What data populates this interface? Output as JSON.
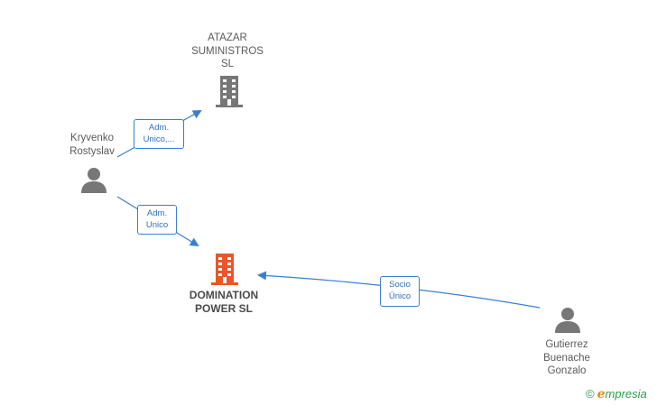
{
  "nodes": {
    "atazar": {
      "name": "ATAZAR\nSUMINISTROS\nSL",
      "icon": "building-icon",
      "color": "#777777"
    },
    "domination": {
      "name": "DOMINATION\nPOWER  SL",
      "icon": "building-icon",
      "color": "#e8572a"
    },
    "kryvenko": {
      "name": "Kryvenko\nRostyslav",
      "icon": "person-icon",
      "color": "#777777"
    },
    "gutierrez": {
      "name": "Gutierrez\nBuenache\nGonzalo",
      "icon": "person-icon",
      "color": "#777777"
    }
  },
  "edges": [
    {
      "from": "kryvenko",
      "to": "atazar",
      "label_line1": "Adm.",
      "label_line2": "Unico,..."
    },
    {
      "from": "kryvenko",
      "to": "domination",
      "label_line1": "Adm.",
      "label_line2": "Unico"
    },
    {
      "from": "gutierrez",
      "to": "domination",
      "label_line1": "Socio",
      "label_line2": "Único"
    }
  ],
  "edge_color": "#3a7fd0",
  "brand": {
    "copyright": "©",
    "e_letter": "e",
    "rest": "mpresia"
  }
}
